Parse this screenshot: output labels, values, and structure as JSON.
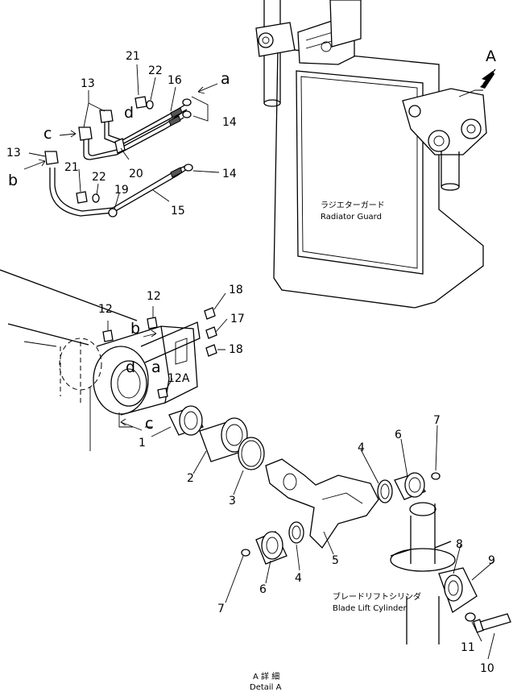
{
  "labels": {
    "p1": "1",
    "p2": "2",
    "p3": "3",
    "p4a": "4",
    "p4b": "4",
    "p5": "5",
    "p6a": "6",
    "p6b": "6",
    "p7a": "7",
    "p7b": "7",
    "p8": "8",
    "p9": "9",
    "p10": "10",
    "p11": "11",
    "p12a": "12",
    "p12b": "12",
    "p12c": "12A",
    "p13a": "13",
    "p13b": "13",
    "p14a": "14",
    "p14b": "14",
    "p15": "15",
    "p16": "16",
    "p17": "17",
    "p18a": "18",
    "p18b": "18",
    "p19": "19",
    "p20": "20",
    "p21a": "21",
    "p21b": "21",
    "p22a": "22",
    "p22b": "22"
  },
  "letters": {
    "a_top": "a",
    "b_top": "b",
    "c_top": "c",
    "d_top": "d",
    "a_mid": "a",
    "b_mid": "b",
    "c_mid": "c",
    "d_mid": "d",
    "A": "A"
  },
  "captions": {
    "radiator_jp": "ラジエターガード",
    "radiator_en": "Radiator Guard",
    "cylinder_jp": "ブレードリフトシリンダ",
    "cylinder_en": "Blade Lift Cylinder",
    "detail_jp": "A 詳 細",
    "detail_en": "Detail A"
  }
}
